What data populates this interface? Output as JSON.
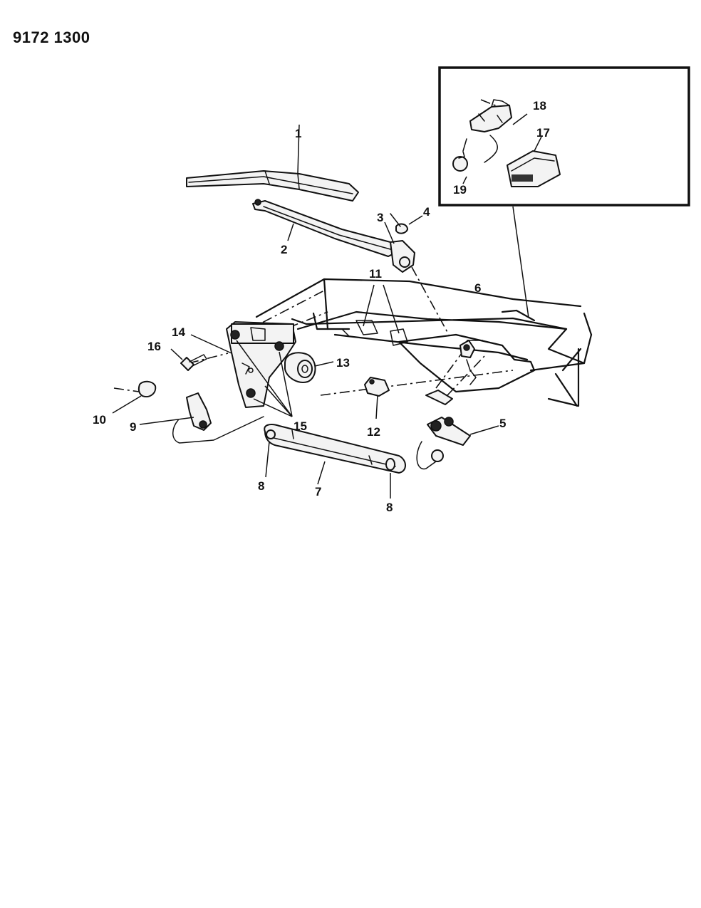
{
  "document_number": "9172 1300",
  "callouts": {
    "c1": "1",
    "c2": "2",
    "c3": "3",
    "c4": "4",
    "c5": "5",
    "c6": "6",
    "c7": "7",
    "c8a": "8",
    "c8b": "8",
    "c9": "9",
    "c10": "10",
    "c11": "11",
    "c12": "12",
    "c13": "13",
    "c14": "14",
    "c15": "15",
    "c16": "16",
    "c17": "17",
    "c18": "18",
    "c19": "19"
  }
}
